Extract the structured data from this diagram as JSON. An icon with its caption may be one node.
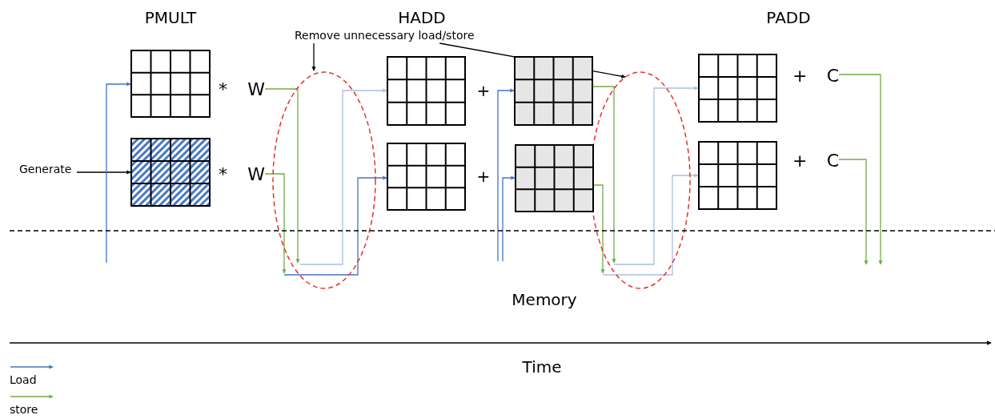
{
  "diagram": {
    "nodes": [
      {
        "text": [
          "Generate"
        ]
      },
      {
        "text": [],
        "shape": "box"
      },
      {
        "text": [],
        "shape": "box"
      },
      {
        "text": [
          "*",
          "W"
        ]
      },
      {
        "text": [
          "*",
          "W"
        ]
      },
      {
        "text": [],
        "shape": "box"
      },
      {
        "text": [],
        "shape": "box"
      },
      {
        "text": [],
        "shape": "box"
      },
      {
        "text": [],
        "shape": "box"
      },
      {
        "text": [],
        "shape": "box"
      },
      {
        "text": [],
        "shape": "box"
      },
      {
        "text": [
          "+",
          "C"
        ]
      },
      {
        "text": [
          "+",
          "C"
        ]
      },
      {
        "text": [
          "Remove unnecessary load/store"
        ]
      }
    ],
    "edges": [
      {
        "from": 0,
        "to": 2,
        "arrow": "to",
        "color": "#000000"
      },
      {
        "from": 13,
        "to": null,
        "arrow": "to",
        "color": "#000000"
      },
      {
        "from": 13,
        "to": null,
        "arrow": "to",
        "color": "#000000"
      },
      {
        "from": null,
        "to": 1,
        "arrow": "to",
        "color": "#4472c4"
      },
      {
        "from": 3,
        "to": null,
        "arrow": "to",
        "color": "#70ad47"
      },
      {
        "from": 4,
        "to": null,
        "arrow": "to",
        "color": "#70ad47"
      },
      {
        "from": null,
        "to": 5,
        "arrow": "to",
        "color": "#a9bfe3"
      },
      {
        "from": null,
        "to": 6,
        "arrow": "to",
        "color": "#4472c4"
      },
      {
        "from": null,
        "to": 7,
        "arrow": "to",
        "color": "#4472c4"
      },
      {
        "from": null,
        "to": 8,
        "arrow": "to",
        "color": "#4472c4"
      },
      {
        "from": 7,
        "to": null,
        "arrow": "to",
        "color": "#70ad47"
      },
      {
        "from": 8,
        "to": null,
        "arrow": "to",
        "color": "#70ad47"
      },
      {
        "from": null,
        "to": 9,
        "arrow": "to",
        "color": "#a9bfe3"
      },
      {
        "from": null,
        "to": 10,
        "arrow": "to",
        "color": "#a9bfe3"
      },
      {
        "from": 11,
        "to": null,
        "arrow": "to",
        "color": "#70ad47"
      },
      {
        "from": 12,
        "to": null,
        "arrow": "to",
        "color": "#70ad47"
      }
    ],
    "labels": [
      "PMULT",
      "HADD",
      "PADD",
      "+",
      "+",
      "Memory",
      "Time"
    ],
    "legend": [
      {
        "text": "Load"
      },
      {
        "text": "store"
      }
    ]
  }
}
